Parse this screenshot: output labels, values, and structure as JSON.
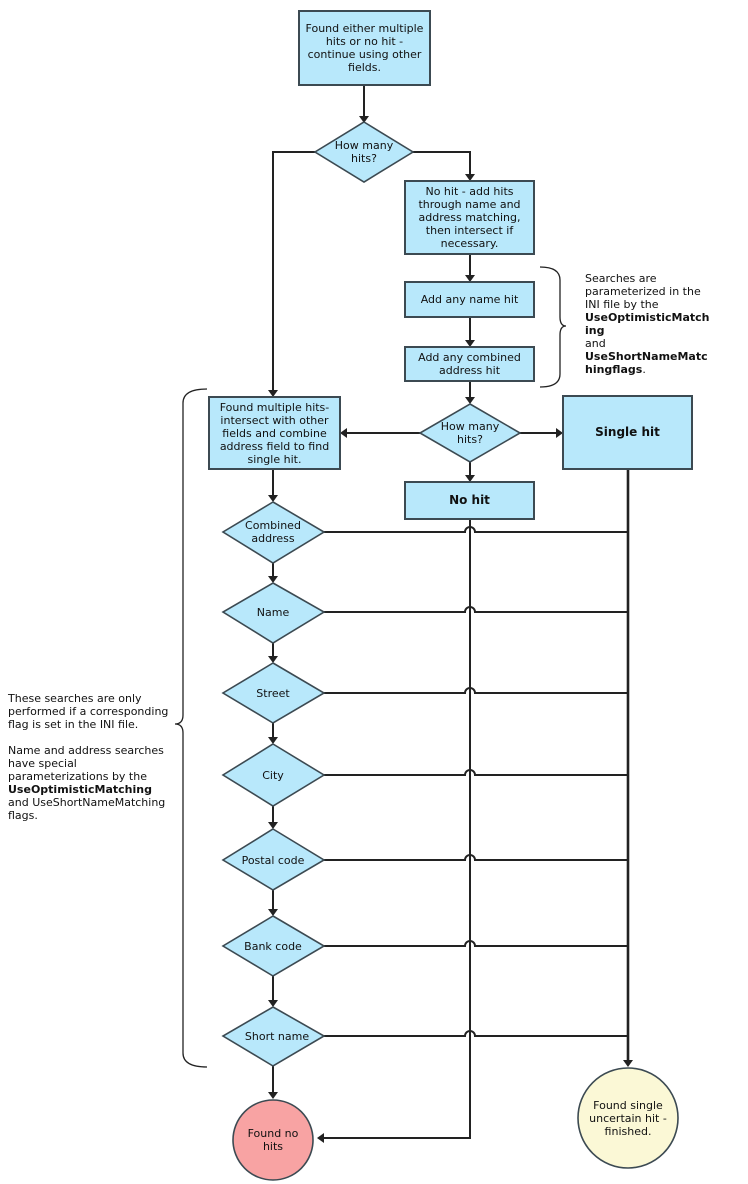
{
  "nodes": {
    "start": "Found either multiple hits or no hit - continue using other fields.",
    "decision_hits_1": "How many hits?",
    "no_hit_add": "No hit - add hits through name and address matching, then intersect if necessary.",
    "add_name": "Add any name hit",
    "add_address": "Add any combined address hit",
    "decision_hits_2": "How many hits?",
    "multiple_hits": "Found multiple hits- intersect with other fields and combine address field to find single hit.",
    "single_hit": "Single hit",
    "no_hit": "No hit",
    "field_combined_address": "Combined address",
    "field_name": "Name",
    "field_street": "Street",
    "field_city": "City",
    "field_postal_code": "Postal code",
    "field_bank_code": "Bank code",
    "field_short_name": "Short name",
    "end_no_hits": "Found no hits",
    "end_single": "Found single uncertain hit - finished."
  },
  "notes": {
    "right": {
      "line1": "Searches are parameterized in the INI file by the",
      "flag1": "UseOptimisticMatching",
      "line2": "and",
      "flag2": "UseShortNameMatchingflags",
      "line3": "."
    },
    "left": {
      "para1": "These searches are only performed if a corresponding flag is set in the INI file.",
      "para2_pre": "Name and address searches have special parameterizations by the",
      "para2_flag": "UseOptimisticMatching",
      "para2_post": "and UseShortNameMatching flags."
    }
  },
  "colors": {
    "node_fill": "#b8e8fb",
    "no_hits_fill": "#f8a3a3",
    "single_hit_fill": "#fbf8d6",
    "stroke": "#3c4a52"
  }
}
